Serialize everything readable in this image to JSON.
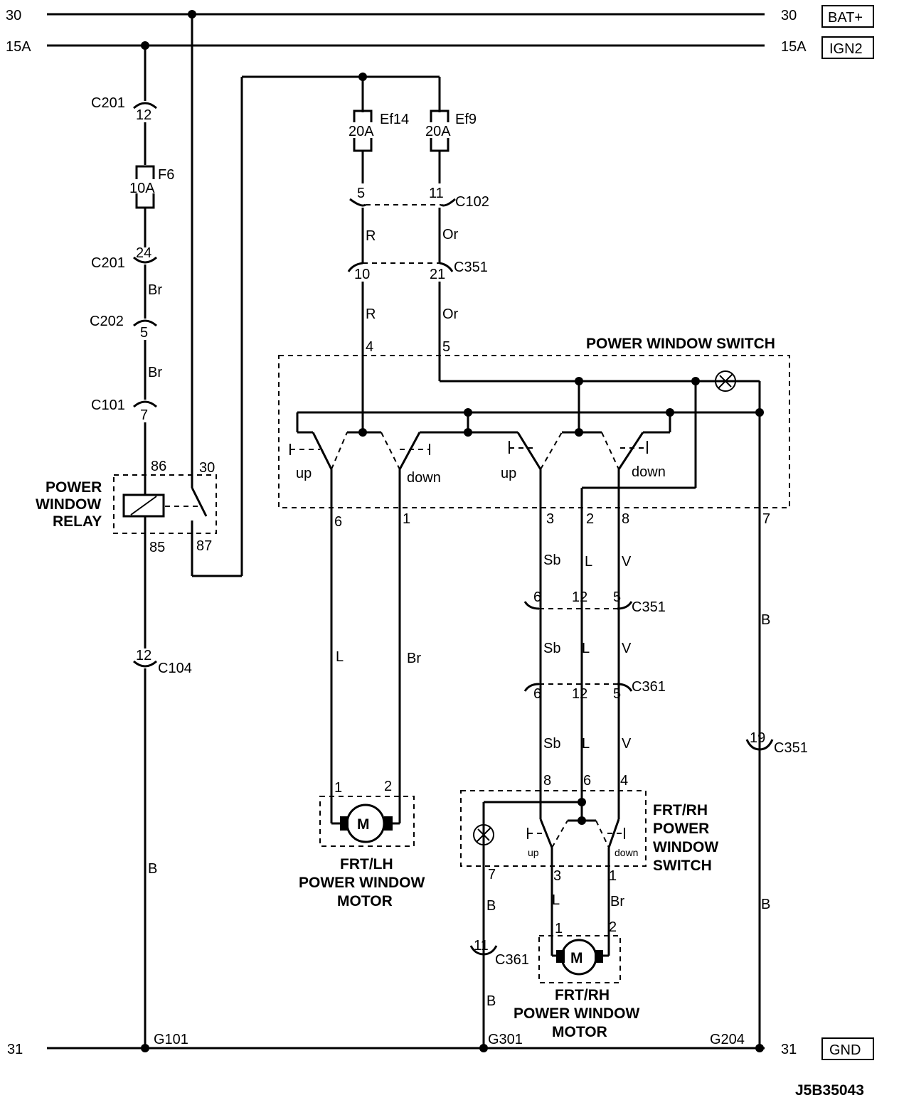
{
  "rails": {
    "bat_left": "30",
    "bat_right": "30",
    "bat_tag": "BAT+",
    "ign_left": "15A",
    "ign_right": "15A",
    "ign_tag": "IGN2",
    "gnd_left": "31",
    "gnd_right": "31",
    "gnd_tag": "GND"
  },
  "grounds": {
    "g101": "G101",
    "g301": "G301",
    "g204": "G204"
  },
  "connectors": {
    "c201": "C201",
    "c202": "C202",
    "c101": "C101",
    "c104": "C104",
    "c102": "C102",
    "c351": "C351",
    "c361": "C361"
  },
  "fuses": {
    "f6_name": "F6",
    "f6_rating": "10A",
    "ef14_name": "Ef14",
    "ef14_rating": "20A",
    "ef9_name": "Ef9",
    "ef9_rating": "20A"
  },
  "pins": {
    "p12": "12",
    "p24": "24",
    "p5": "5",
    "p7": "7",
    "p11": "11",
    "p10": "10",
    "p21": "21",
    "p4": "4",
    "p6": "6",
    "p1": "1",
    "p3": "3",
    "p2": "2",
    "p8": "8",
    "p19": "19",
    "p86": "86",
    "p30": "30",
    "p85": "85",
    "p87": "87"
  },
  "wires": {
    "br": "Br",
    "r": "R",
    "or": "Or",
    "l": "L",
    "sb": "Sb",
    "v": "V",
    "b": "B"
  },
  "labels": {
    "pws_title": "POWER WINDOW SWITCH",
    "relay_1": "POWER",
    "relay_2": "WINDOW",
    "relay_3": "RELAY",
    "up": "up",
    "down": "down",
    "lh_motor_1": "FRT/LH",
    "lh_motor_2": "POWER WINDOW",
    "lh_motor_3": "MOTOR",
    "rh_switch_1": "FRT/RH",
    "rh_switch_2": "POWER",
    "rh_switch_3": "WINDOW",
    "rh_switch_4": "SWITCH",
    "rh_motor_1": "FRT/RH",
    "rh_motor_2": "POWER WINDOW",
    "rh_motor_3": "MOTOR",
    "motor_m": "M",
    "figure_code": "J5B35043"
  }
}
